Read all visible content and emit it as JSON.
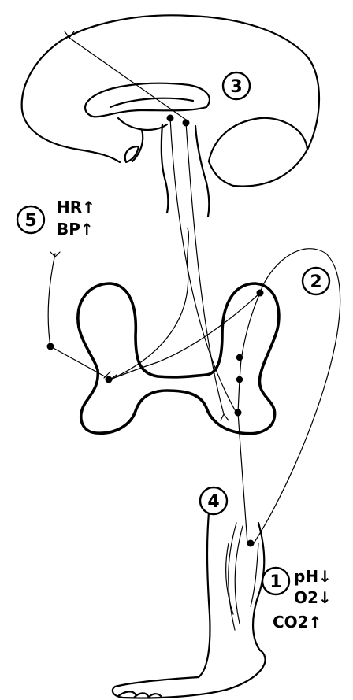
{
  "markers": [
    {
      "id": "1",
      "name": "marker-1"
    },
    {
      "id": "2",
      "name": "marker-2"
    },
    {
      "id": "3",
      "name": "marker-3"
    },
    {
      "id": "4",
      "name": "marker-4"
    },
    {
      "id": "5",
      "name": "marker-5"
    }
  ],
  "labels": {
    "hr": "HR↑",
    "bp": "BP↑",
    "ph": "pH↓",
    "o2": "O2↓",
    "co2": "CO2↑"
  }
}
